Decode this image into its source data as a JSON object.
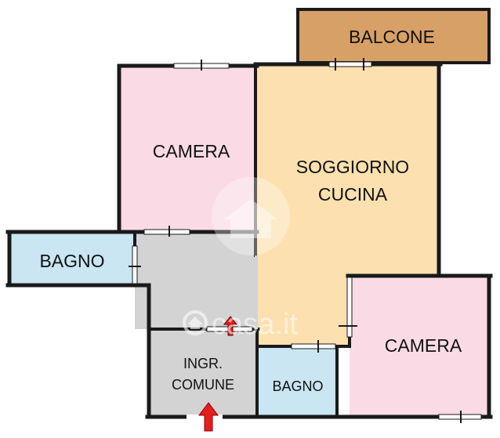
{
  "rooms": {
    "balcone": {
      "label": "BALCONE"
    },
    "camera_1": {
      "label": "CAMERA"
    },
    "soggiorno": {
      "line1": "SOGGIORNO",
      "line2": "CUCINA"
    },
    "bagno_1": {
      "label": "BAGNO"
    },
    "camera_2": {
      "label": "CAMERA"
    },
    "ingresso": {
      "line1": "INGR.",
      "line2": "COMUNE"
    },
    "bagno_2": {
      "label": "BAGNO"
    }
  },
  "watermark": {
    "text": "casa.it"
  },
  "colors": {
    "balcone": "#d6a066",
    "camera": "#fadbe5",
    "soggiorno": "#fce0b0",
    "bagno": "#c9e6f2",
    "disimpegno": "#d3d3d3",
    "ingresso": "#d3d3d3",
    "wall": "#1a1a1a",
    "entry_arrow": "#e41f1f"
  },
  "icons": {
    "entry": "red-up-arrow-icon",
    "internal_door": "red-up-arrow-icon"
  }
}
